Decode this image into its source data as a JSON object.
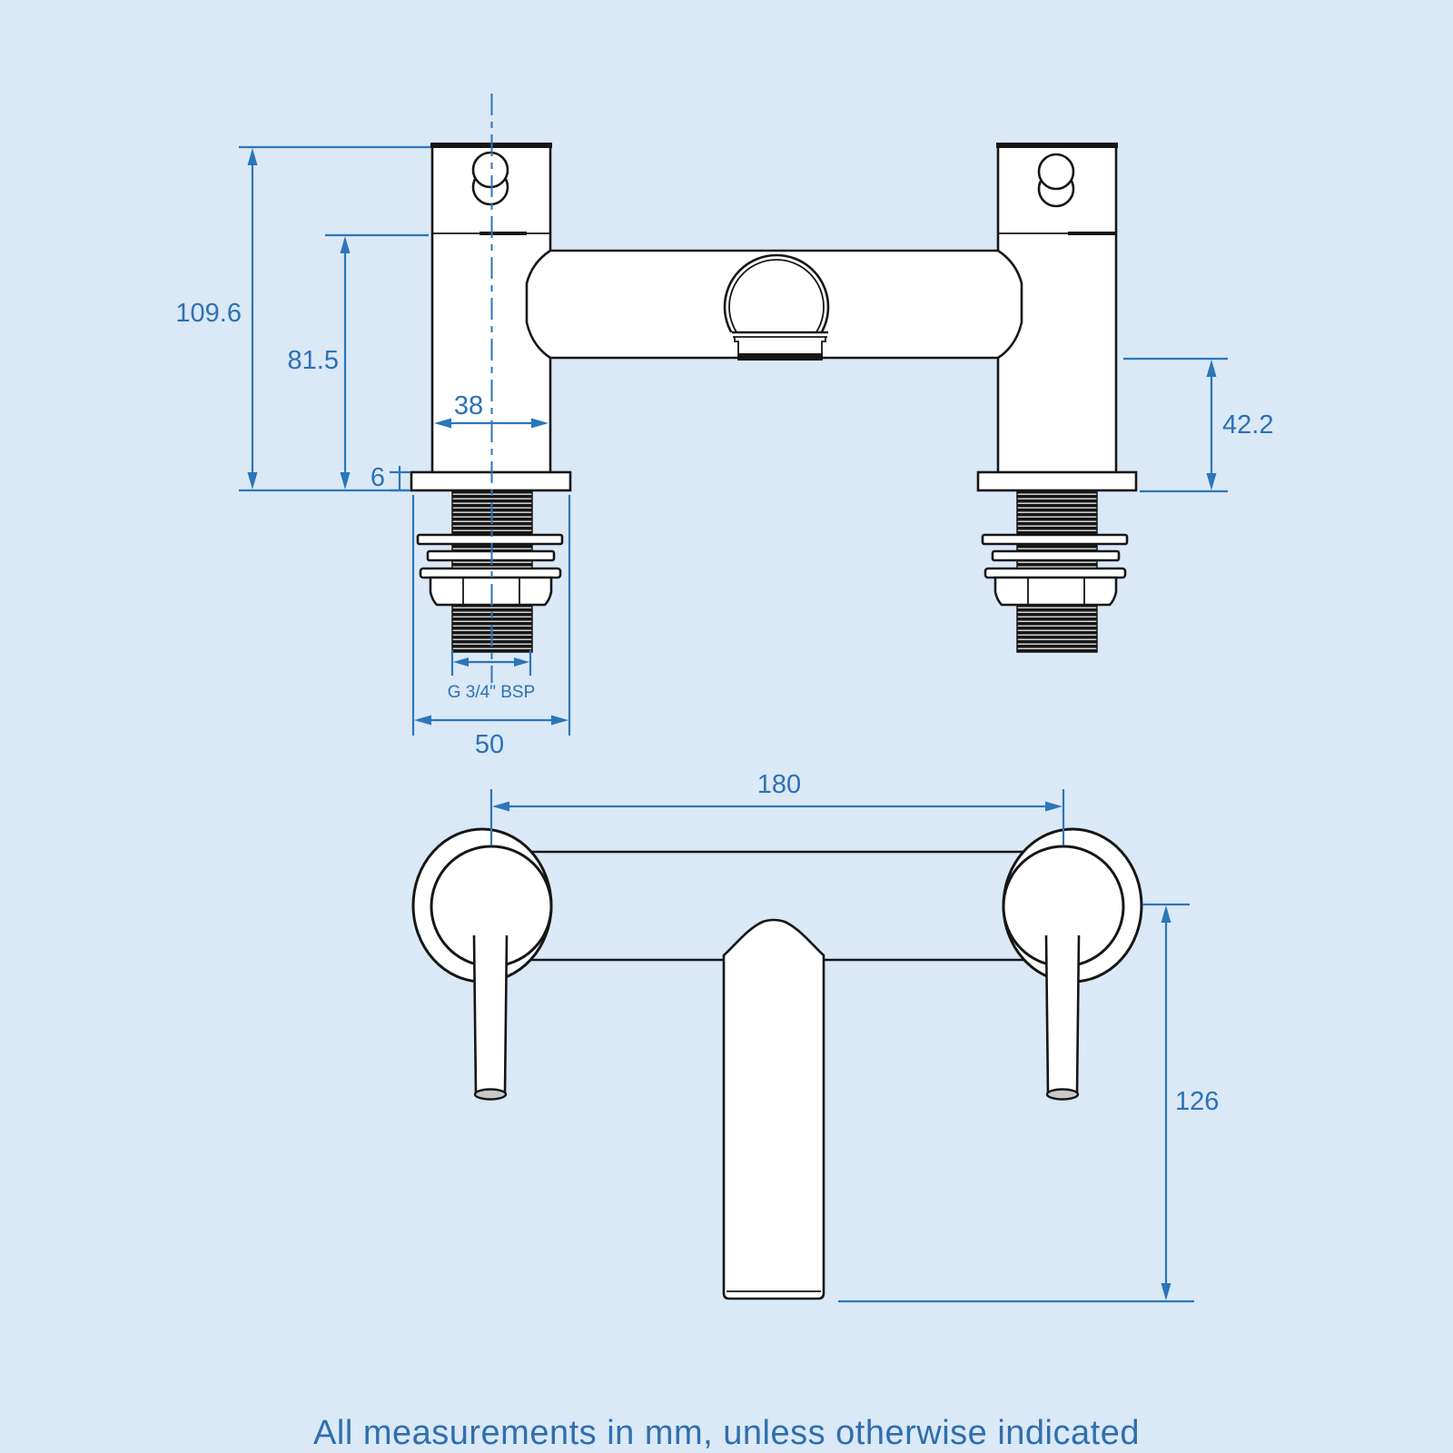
{
  "drawing_type": "bath-filler-tap-dimension-diagram",
  "dimensions": {
    "overall_height": "109.6",
    "height_to_body": "81.5",
    "pillar_width": "38",
    "base_plate_thickness": "6",
    "clearance_below_body": "42.2",
    "thread_size": "G 3/4\" BSP",
    "shank_length": "50",
    "tap_centres": "180",
    "spout_drop": "126"
  },
  "note": "All measurements in mm, unless otherwise indicated",
  "colors": {
    "background": "#dbe8f6",
    "line": "#161616",
    "dimension_blue": "#2b76ba",
    "note_blue": "#2e6fae"
  }
}
